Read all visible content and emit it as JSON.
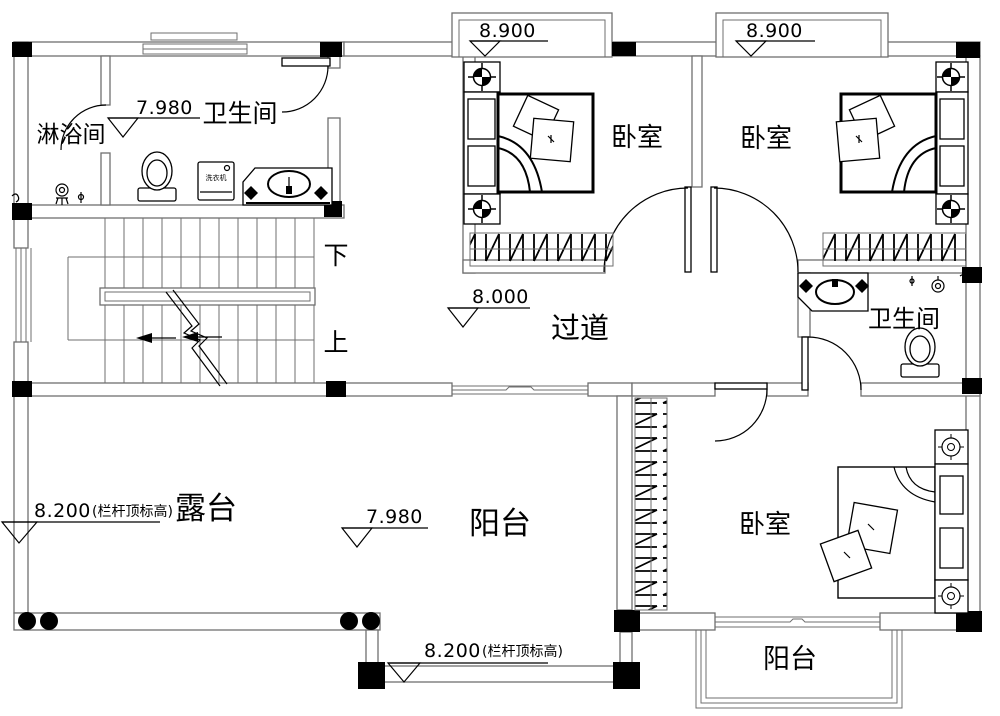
{
  "drawing": {
    "background": "#ffffff",
    "wall_line_color": "#6f6f6f",
    "ink_color": "#000000"
  },
  "labels": {
    "shower_room": "淋浴间",
    "bath_top": "卫生间",
    "bath_right": "卫生间",
    "bedroom_1": "卧室",
    "bedroom_2": "卧室",
    "bedroom_3": "卧室",
    "hallway": "过道",
    "terrace": "露台",
    "balcony_mid": "阳台",
    "balcony_bottom": "阳台",
    "stair_down": "下",
    "stair_up": "上",
    "washer": "洗衣机"
  },
  "elevations": {
    "bath_top": "7.980",
    "bay_left": "8.900",
    "bay_right": "8.900",
    "hallway": "8.000",
    "terrace": "8.200",
    "terrace_note": "(栏杆顶标高)",
    "balcony_mid": "7.980",
    "balcony_rail": "8.200",
    "balcony_rail_note": "(栏杆顶标高)"
  }
}
